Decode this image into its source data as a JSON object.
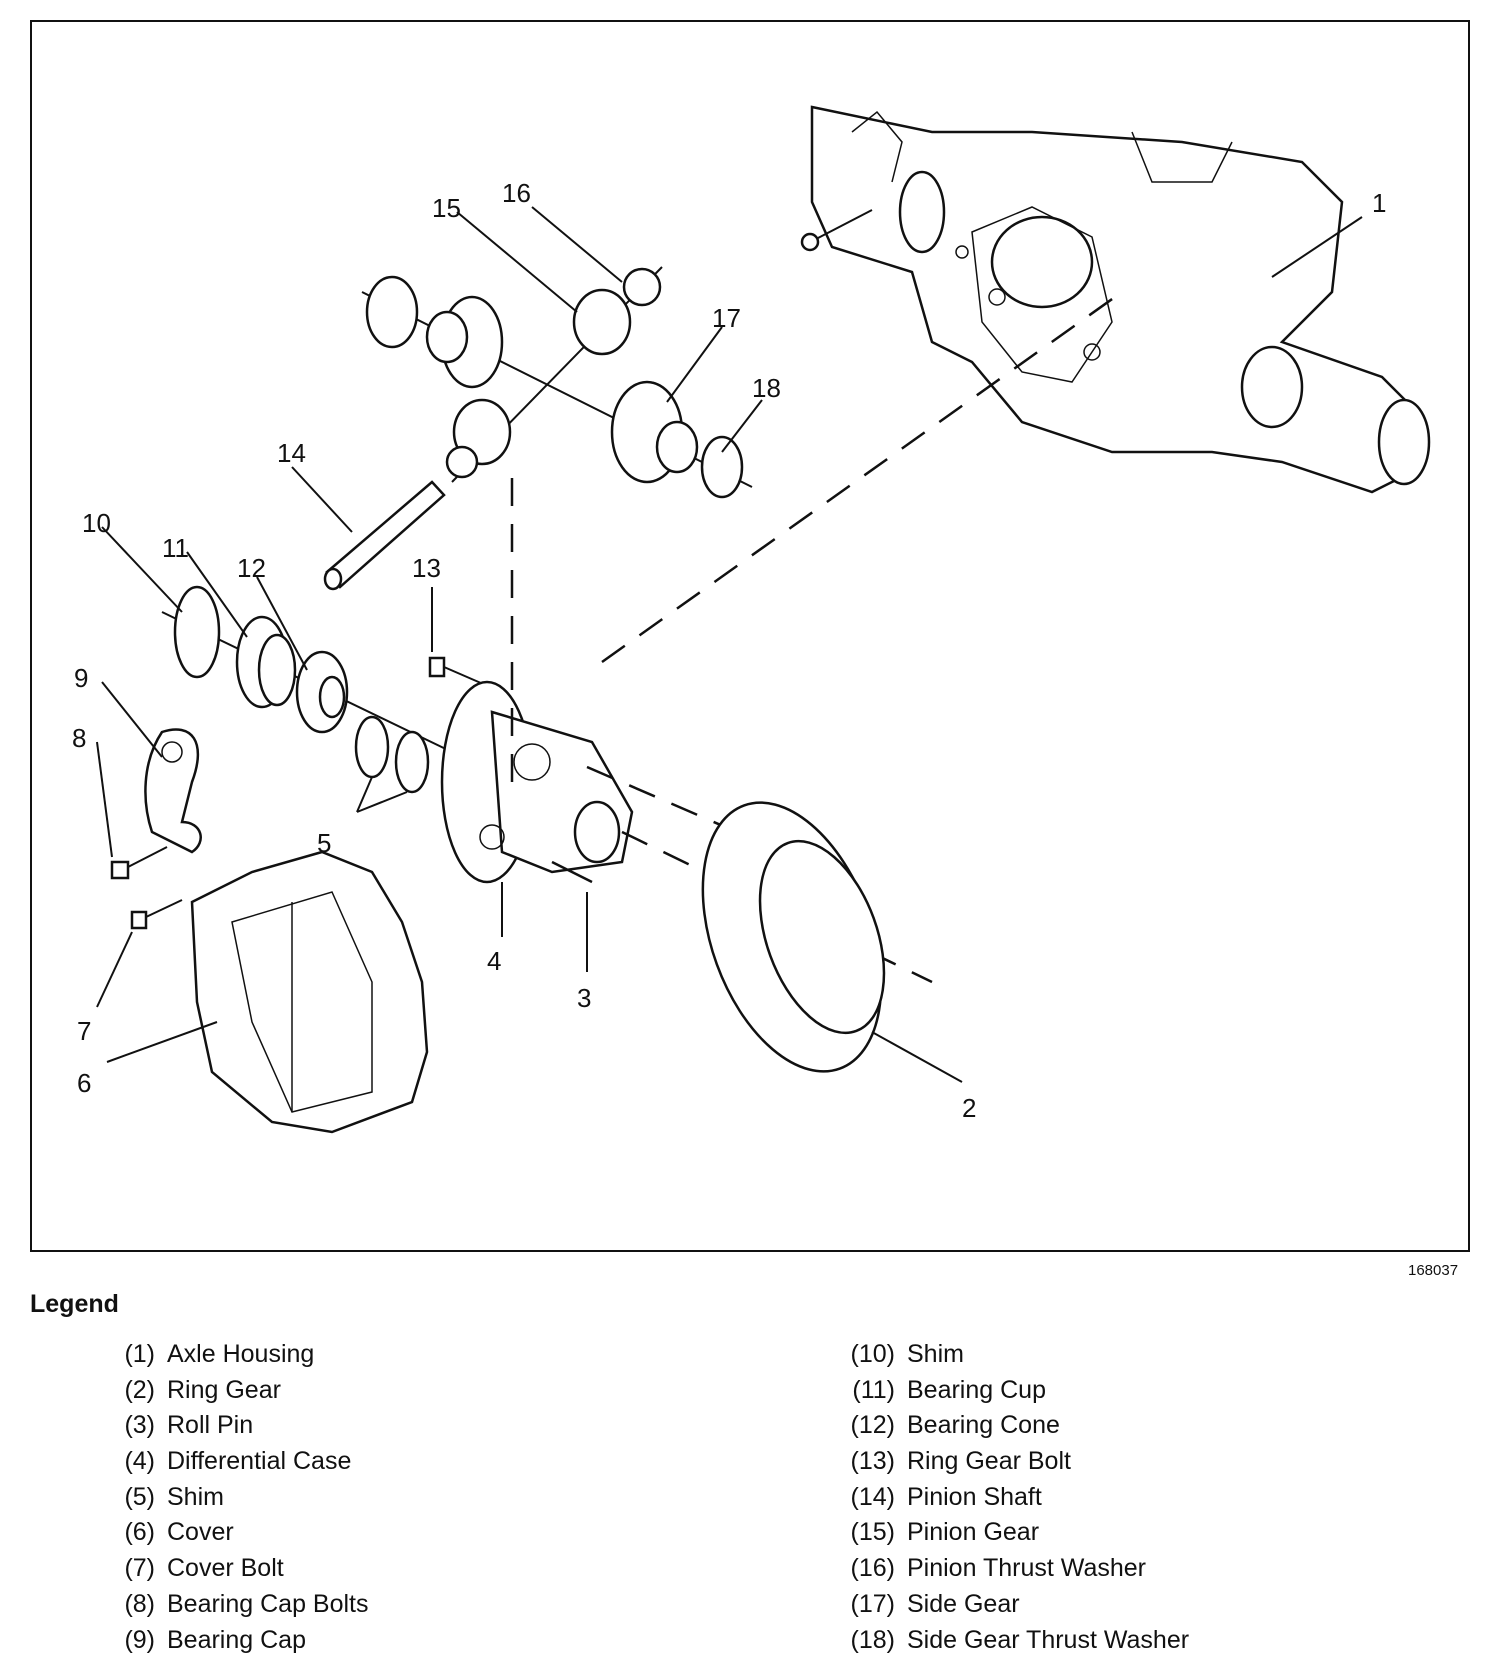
{
  "figure": {
    "id": "168037",
    "callouts": [
      "1",
      "2",
      "3",
      "4",
      "5",
      "6",
      "7",
      "8",
      "9",
      "10",
      "11",
      "12",
      "13",
      "14",
      "15",
      "16",
      "17",
      "18"
    ]
  },
  "legend": {
    "title": "Legend",
    "left": [
      {
        "num": "(1)",
        "label": "Axle Housing"
      },
      {
        "num": "(2)",
        "label": "Ring Gear"
      },
      {
        "num": "(3)",
        "label": "Roll Pin"
      },
      {
        "num": "(4)",
        "label": "Differential Case"
      },
      {
        "num": "(5)",
        "label": "Shim"
      },
      {
        "num": "(6)",
        "label": "Cover"
      },
      {
        "num": "(7)",
        "label": "Cover Bolt"
      },
      {
        "num": "(8)",
        "label": "Bearing Cap Bolts"
      },
      {
        "num": "(9)",
        "label": "Bearing Cap"
      }
    ],
    "right": [
      {
        "num": "(10)",
        "label": "Shim"
      },
      {
        "num": "(11)",
        "label": "Bearing Cup"
      },
      {
        "num": "(12)",
        "label": "Bearing Cone"
      },
      {
        "num": "(13)",
        "label": "Ring Gear Bolt"
      },
      {
        "num": "(14)",
        "label": "Pinion Shaft"
      },
      {
        "num": "(15)",
        "label": "Pinion Gear"
      },
      {
        "num": "(16)",
        "label": "Pinion Thrust Washer"
      },
      {
        "num": "(17)",
        "label": "Side Gear"
      },
      {
        "num": "(18)",
        "label": "Side Gear Thrust Washer"
      }
    ]
  }
}
